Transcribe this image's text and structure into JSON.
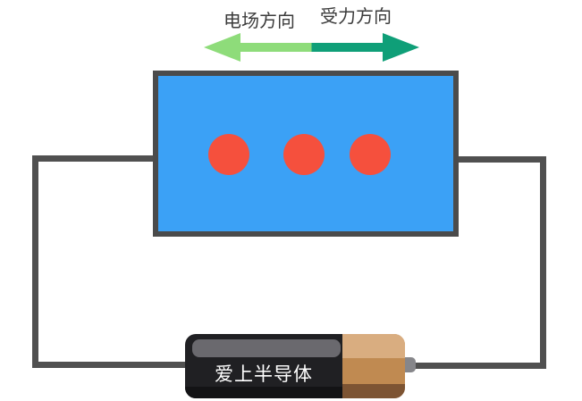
{
  "title": "semiconductor-circuit-diagram",
  "labels": {
    "field_direction": "电场方向",
    "force_direction": "受力方向"
  },
  "arrow": {
    "left_color": "#8edc7a",
    "right_color": "#0f9f78",
    "left_meaning": "electric-field-direction",
    "right_meaning": "force-direction"
  },
  "semiconductor": {
    "fill_color": "#3ba1f6",
    "border_color": "#4b4b4b",
    "carrier_color": "#f5503d",
    "carrier_count": 3
  },
  "battery": {
    "label": "爱上半导体",
    "body_color": "#202023",
    "cap_color": "#c08a51"
  },
  "wire": {
    "color": "#505050"
  }
}
